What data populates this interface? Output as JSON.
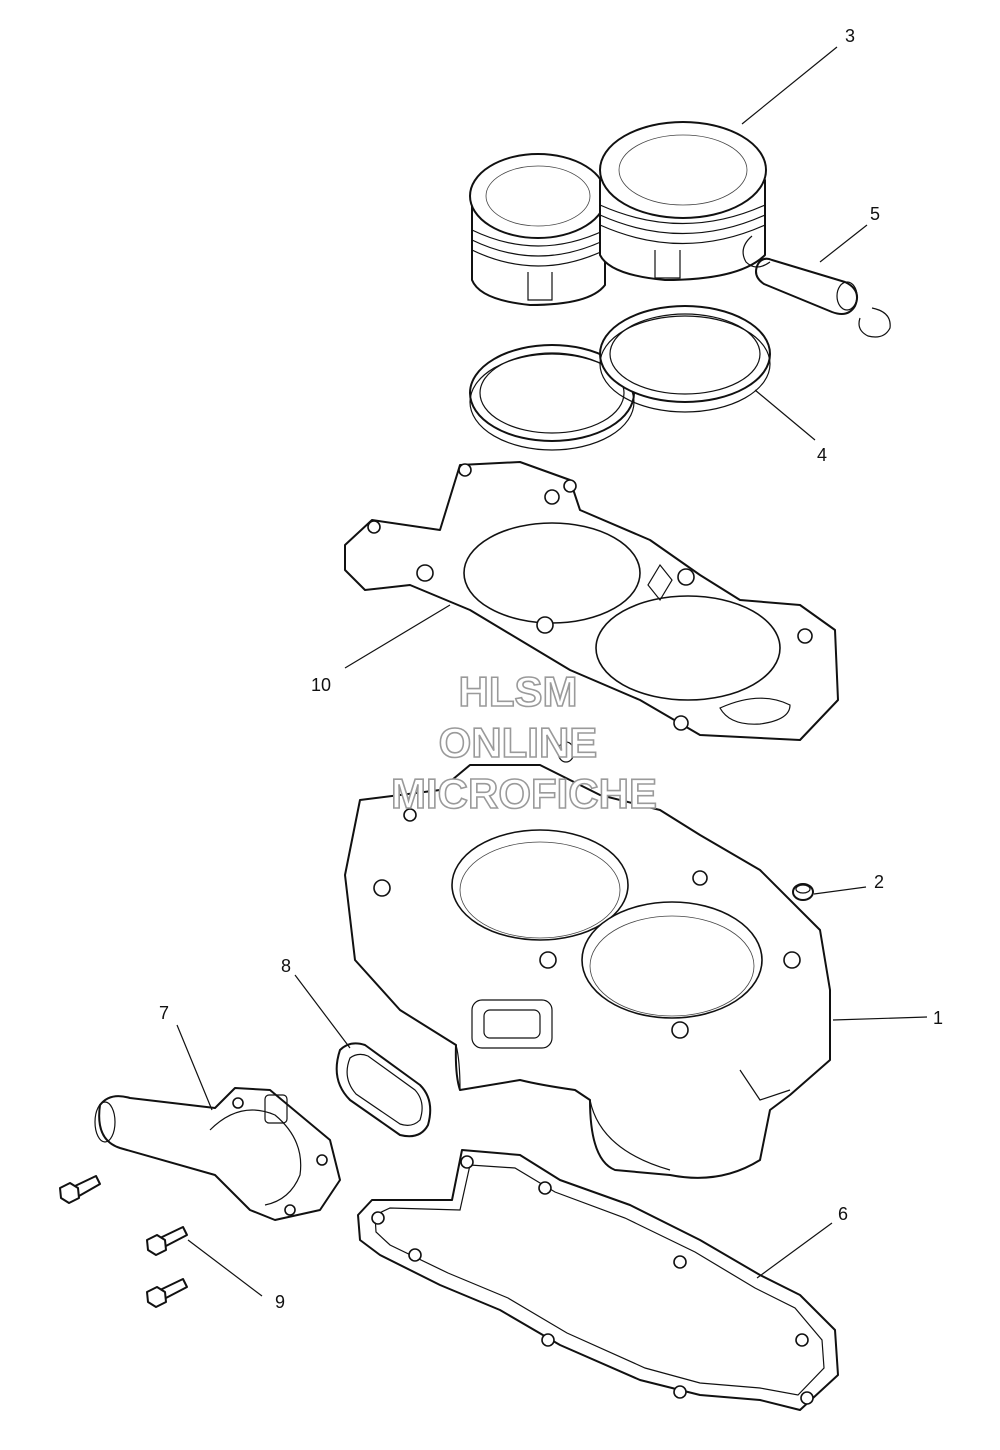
{
  "callouts": [
    {
      "label": "1"
    },
    {
      "label": "2"
    },
    {
      "label": "3"
    },
    {
      "label": "4"
    },
    {
      "label": "5"
    },
    {
      "label": "6"
    },
    {
      "label": "7"
    },
    {
      "label": "8"
    },
    {
      "label": "9"
    },
    {
      "label": "10"
    }
  ],
  "watermark": {
    "line1": "HLSM",
    "line2": "ONLINE",
    "line3": "MICROFICHE",
    "color": "#9a9a9a"
  }
}
